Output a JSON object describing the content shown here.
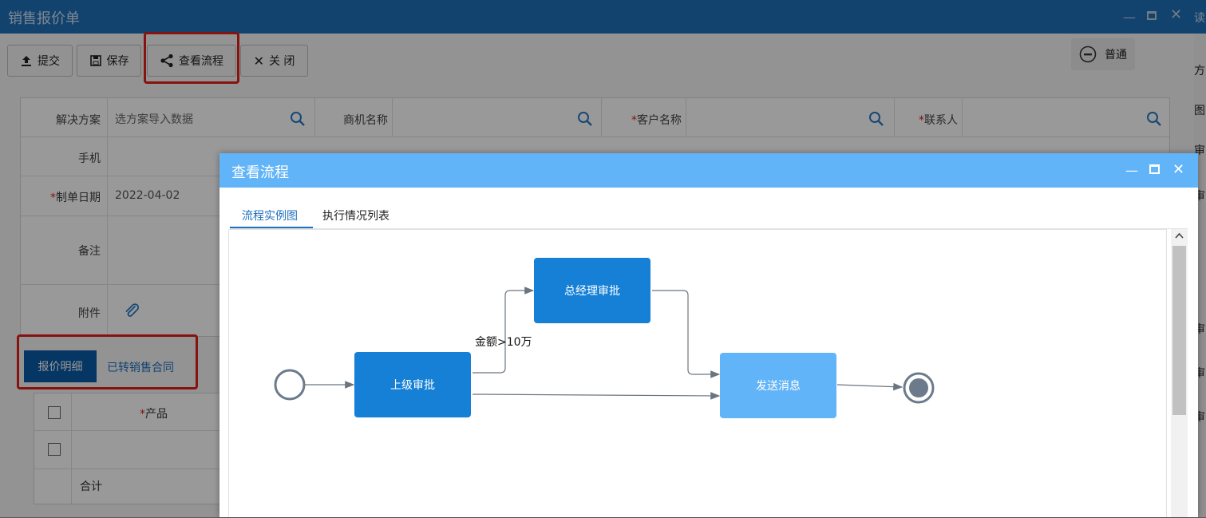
{
  "window": {
    "title": "销售报价单",
    "toolbar": {
      "submit": "提交",
      "save": "保存",
      "view_flow": "查看流程",
      "close": "关 闭",
      "priority": "普通"
    }
  },
  "form": {
    "solution_label": "解决方案",
    "solution_placeholder": "选方案导入数据",
    "opportunity_label": "商机名称",
    "customer_label": "客户名称",
    "contact_label": "联系人",
    "mobile_label": "手机",
    "date_label": "制单日期",
    "date_value": "2022-04-02",
    "remark_label": "备注",
    "attachment_label": "附件",
    "required_mark": "*"
  },
  "detail_tabs": {
    "quote_detail": "报价明细",
    "converted_contract": "已转销售合同"
  },
  "grid": {
    "product_header": "产品",
    "total_label": "合计"
  },
  "right_strip_glyphs": [
    "读",
    "方",
    "图",
    "审",
    "审",
    "审",
    "审",
    "审"
  ],
  "dialog": {
    "title": "查看流程",
    "tabs": [
      "流程实例图",
      "执行情况列表"
    ],
    "flow": {
      "nodes": {
        "manager_review": "上级审批",
        "gm_review": "总经理审批",
        "send_message": "发送消息"
      },
      "condition_label": "金额>10万"
    }
  },
  "colors": {
    "title_bar": "#1e6fb7",
    "dialog_title_bar": "#62b4f8",
    "active_node": "#1680d6",
    "pending_node": "#62b4f8",
    "highlight_box": "#e0201c",
    "active_tab": "#0b5aa6"
  }
}
